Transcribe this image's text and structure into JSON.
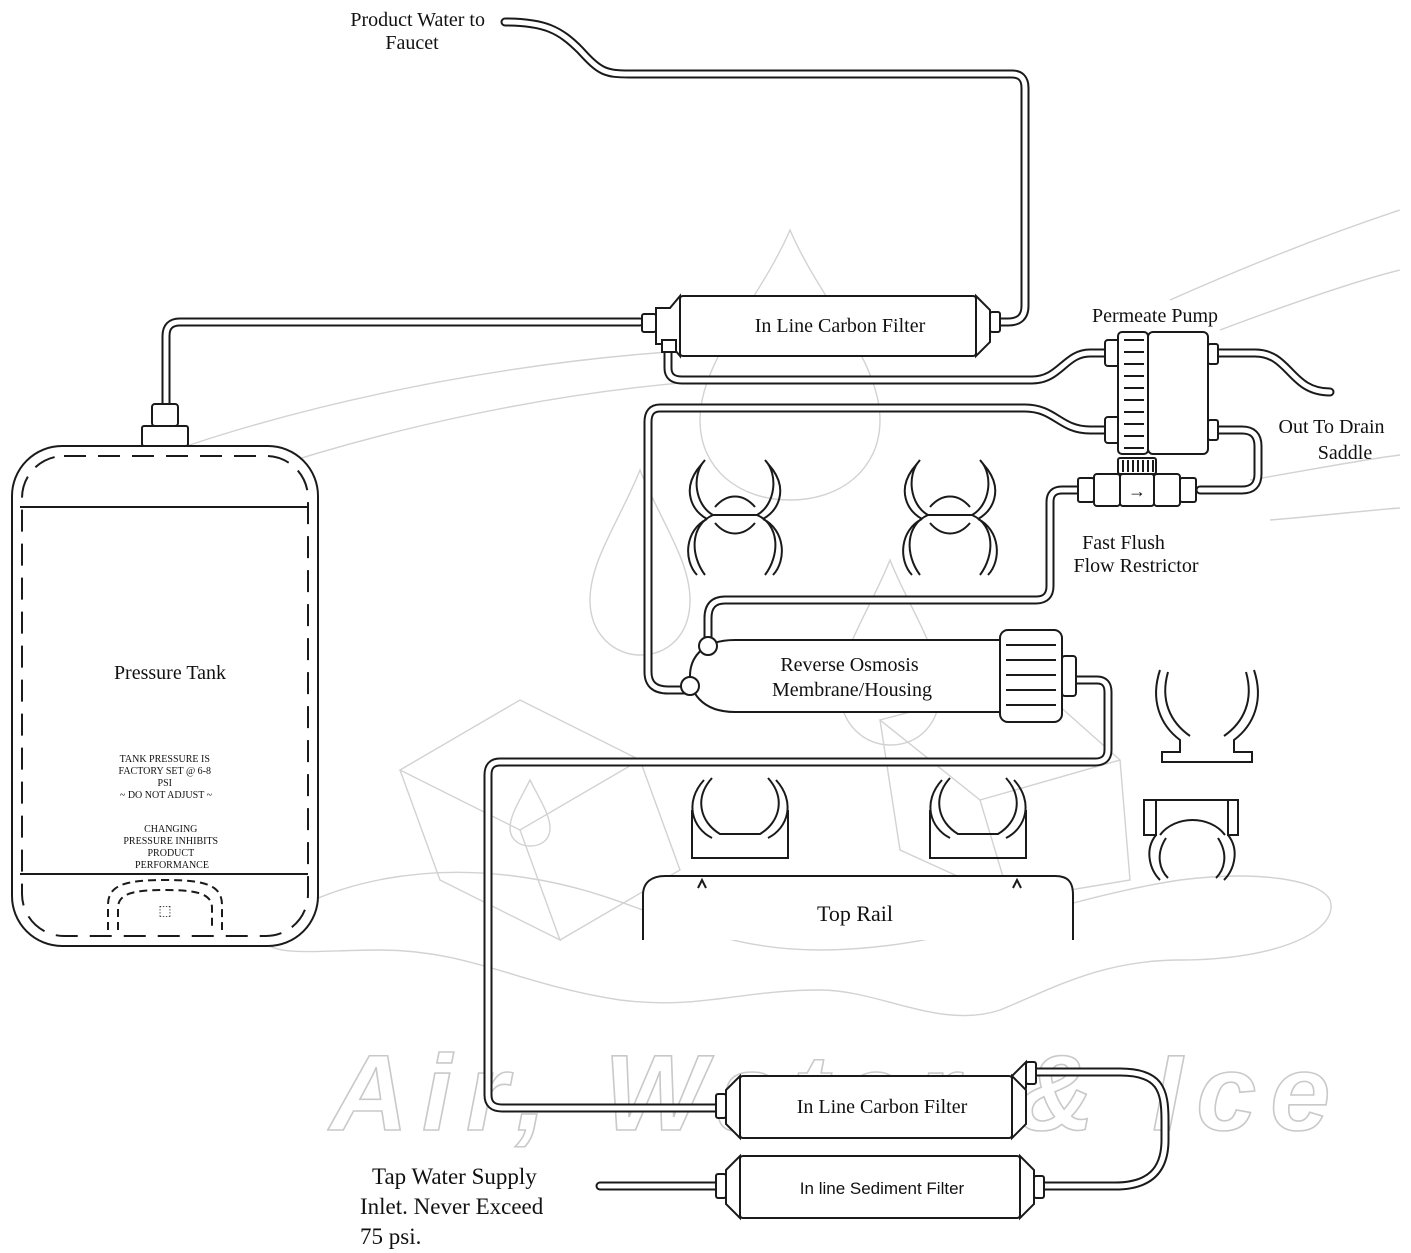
{
  "watermark": "Air, Water & Ice",
  "labels": {
    "product_water": [
      "Product Water to",
      "Faucet"
    ],
    "carbon_filter_top": "In Line Carbon Filter",
    "permeate_pump": "Permeate Pump",
    "out_to_drain": [
      "Out To Drain",
      "Saddle"
    ],
    "fast_flush": [
      "Fast Flush",
      "Flow Restrictor"
    ],
    "ro_membrane": [
      "Reverse Osmosis",
      "Membrane/Housing"
    ],
    "pressure_tank": "Pressure Tank",
    "tank_warning": [
      "TANK PRESSURE IS",
      "FACTORY SET @ 6-8",
      "PSI",
      "~ DO NOT ADJUST ~"
    ],
    "tank_changing": [
      "CHANGING",
      "PRESSURE INHIBITS",
      "PRODUCT",
      "PERFORMANCE"
    ],
    "top_rail": "Top Rail",
    "carbon_filter_bottom": "In Line Carbon Filter",
    "sediment_filter": "In line Sediment Filter",
    "tap_water": [
      "Tap Water Supply",
      "Inlet. Never Exceed",
      "75 psi."
    ],
    "flow_arrow": "→"
  }
}
